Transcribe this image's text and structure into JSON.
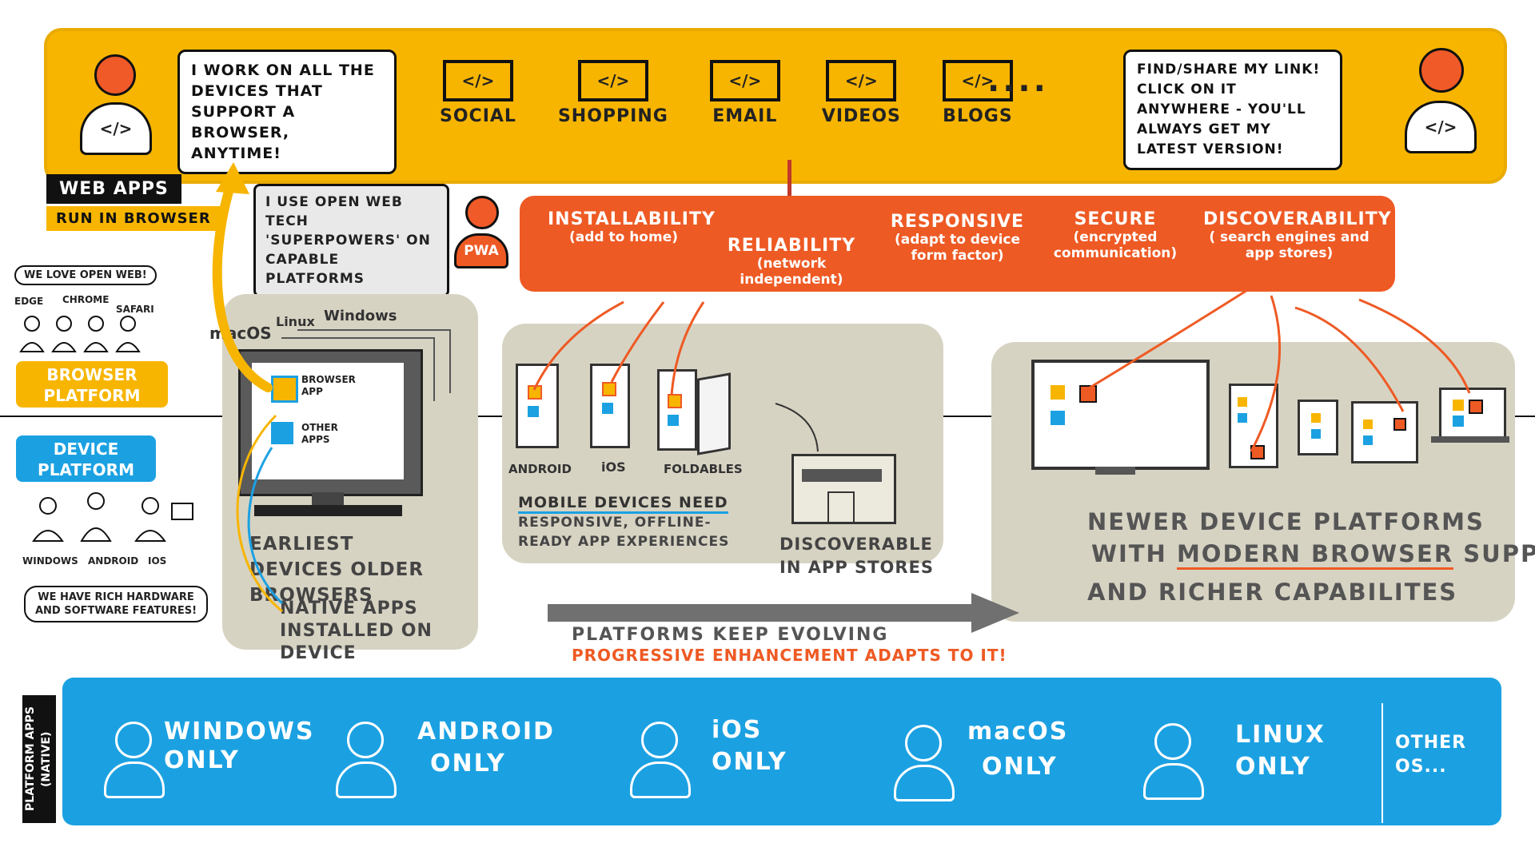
{
  "top_banner": {
    "left_bubble": "I WORK ON ALL THE DEVICES THAT SUPPORT A BROWSER, ANYTIME!",
    "right_bubble": "FIND/SHARE MY LINK! CLICK ON IT ANYWHERE - YOU'LL ALWAYS GET MY LATEST VERSION!",
    "code_glyph": "</>",
    "apps": [
      "SOCIAL",
      "SHOPPING",
      "EMAIL",
      "VIDEOS",
      "BLOGS"
    ],
    "more": "...."
  },
  "web_apps": {
    "title": "WEB APPS",
    "subtitle": "RUN IN BROWSER"
  },
  "pwa": {
    "bubble": "I USE OPEN WEB TECH 'SUPERPOWERS' ON CAPABLE PLATFORMS",
    "badge": "PWA"
  },
  "capabilities": [
    {
      "title": "INSTALLABILITY",
      "sub": "(add to home)"
    },
    {
      "title": "RELIABILITY",
      "sub": "(network independent)"
    },
    {
      "title": "RESPONSIVE",
      "sub": "(adapt to device form factor)"
    },
    {
      "title": "SECURE",
      "sub": "(encrypted communication)"
    },
    {
      "title": "DISCOVERABILITY",
      "sub": "( search engines and app stores)"
    }
  ],
  "capabilities_more": "....",
  "browser_platform": {
    "love": "WE LOVE OPEN WEB!",
    "browsers": [
      "EDGE",
      "CHROME",
      "SAFARI"
    ],
    "label": "BROWSER PLATFORM"
  },
  "device_platform": {
    "label": "DEVICE PLATFORM",
    "oses": [
      "WINDOWS",
      "ANDROID",
      "IOS"
    ],
    "rich": "WE HAVE RICH HARDWARE AND SOFTWARE FEATURES!"
  },
  "desktop": {
    "os_labels": [
      "macOS",
      "Linux",
      "Windows"
    ],
    "browser_app": "BROWSER APP",
    "other_apps": "OTHER APPS",
    "caption": "EARLIEST DEVICES OLDER BROWSERS",
    "native": "NATIVE APPS INSTALLED ON DEVICE"
  },
  "mobile": {
    "labels": [
      "ANDROID",
      "iOS",
      "FOLDABLES"
    ],
    "caption_1": "MOBILE DEVICES NEED",
    "caption_2": "RESPONSIVE, OFFLINE-READY APP EXPERIENCES"
  },
  "store": {
    "caption": "DISCOVERABLE IN APP STORES"
  },
  "newer": {
    "caption_1": "NEWER DEVICE PLATFORMS",
    "caption_2": "WITH",
    "caption_2b": "MODERN BROWSER",
    "caption_2c": "SUPPORT",
    "caption_3": "AND RICHER CAPABILITES"
  },
  "evolution": {
    "line1": "PLATFORMS KEEP EVOLVING",
    "line2": "PROGRESSIVE ENHANCEMENT ADAPTS TO IT!"
  },
  "platform_apps": {
    "side_label": "PLATFORM APPS (NATIVE)",
    "cells": [
      {
        "name": "WINDOWS",
        "only": "ONLY"
      },
      {
        "name": "ANDROID",
        "only": "ONLY"
      },
      {
        "name": "iOS",
        "only": "ONLY"
      },
      {
        "name": "macOS",
        "only": "ONLY"
      },
      {
        "name": "LINUX",
        "only": "ONLY"
      }
    ],
    "other": "OTHER OS..."
  },
  "colors": {
    "yellow": "#F7B500",
    "orange": "#EE5A24",
    "blue": "#1BA1E2",
    "gray": "#D7D3C3"
  }
}
